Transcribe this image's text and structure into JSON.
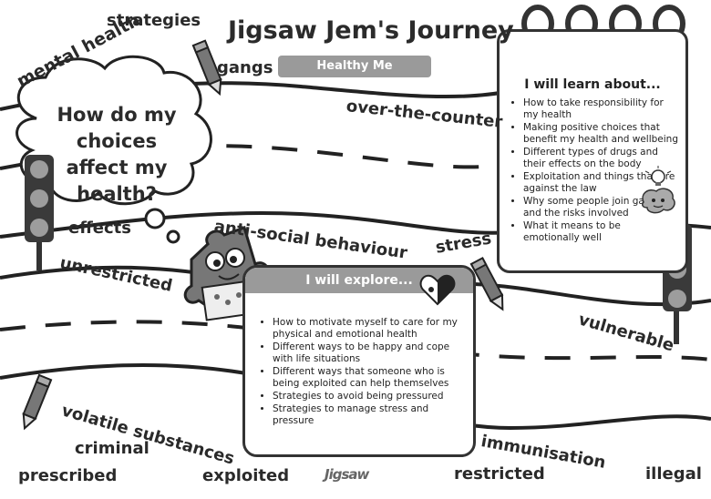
{
  "title": "Jigsaw Jem's Journey",
  "tag": "Healthy Me",
  "cloud_question": "How do my choices affect my health?",
  "learn_box": {
    "heading": "I will learn about...",
    "items": [
      "How to take responsibility for my health",
      "Making positive choices that benefit my health and wellbeing",
      "Different types of drugs and their effects on the body",
      "Exploitation and things that are against the law",
      "Why some people join gangs and the risks involved",
      "What it means to be emotionally well"
    ]
  },
  "explore_box": {
    "heading": "I will explore...",
    "items": [
      "How to motivate myself to care for my physical and emotional health",
      "Different ways to be happy and cope with life situations",
      "Different ways that someone who is being exploited can help themselves",
      "Strategies to avoid being pressured",
      "Strategies to manage stress and pressure"
    ]
  },
  "words": {
    "strategies": "strategies",
    "mental_health": "mental health",
    "gangs": "gangs",
    "over_the_counter": "over-the-counter",
    "effects": "effects",
    "anti_social": "anti-social behaviour",
    "unrestricted": "unrestricted",
    "stress": "stress",
    "vulnerable": "vulnerable",
    "volatile": "volatile substances",
    "criminal": "criminal",
    "immunisation": "immunisation",
    "prescribed": "prescribed",
    "exploited": "exploited",
    "restricted": "restricted",
    "illegal": "illegal"
  },
  "logo_text": "Jigsaw",
  "colors": {
    "road_edge": "#222222",
    "box_header": "#9a9a9a",
    "traffic_light_body": "#3a3a3a",
    "traffic_light_lens": "#9d9d9d"
  },
  "icons": [
    "pencil-icon",
    "traffic-light-icon",
    "heart-puzzle-icon",
    "brain-icon",
    "lightbulb-icon",
    "calendar-rings-icon",
    "jigsaw-jem-character"
  ]
}
